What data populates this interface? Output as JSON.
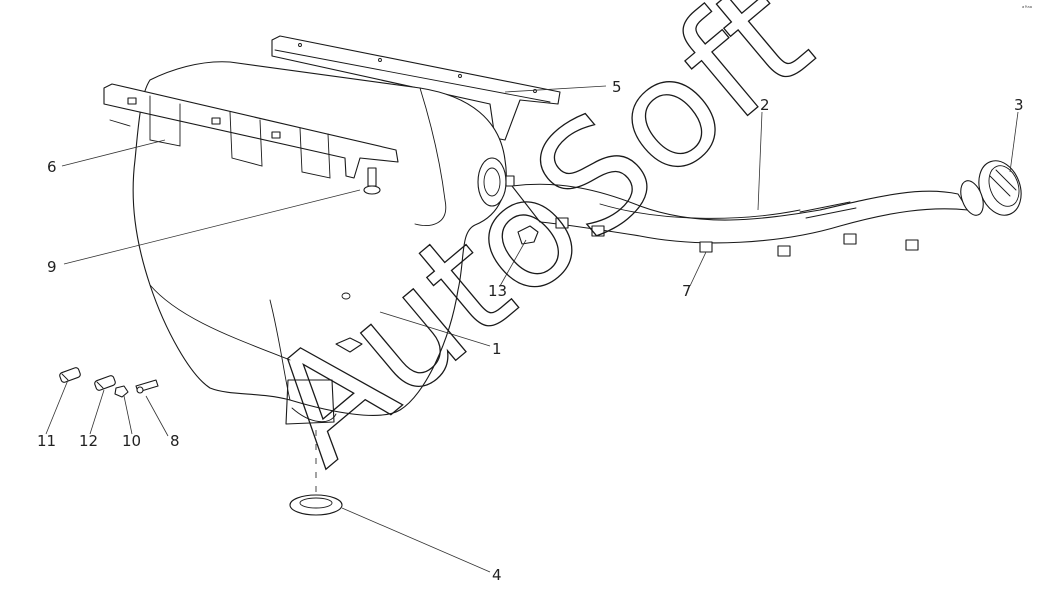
{
  "diagram": {
    "watermark": "AutoSoft",
    "corner_mark": "ᵃ°ᵃᵃ",
    "callouts": {
      "c1": "1",
      "c2": "2",
      "c3": "3",
      "c4": "4",
      "c5": "5",
      "c6": "6",
      "c7": "7",
      "c8": "8",
      "c9": "9",
      "c10": "10",
      "c11": "11",
      "c12": "12",
      "c13": "13"
    }
  },
  "colors": {
    "line": "#1a1a1a",
    "background": "#ffffff"
  }
}
